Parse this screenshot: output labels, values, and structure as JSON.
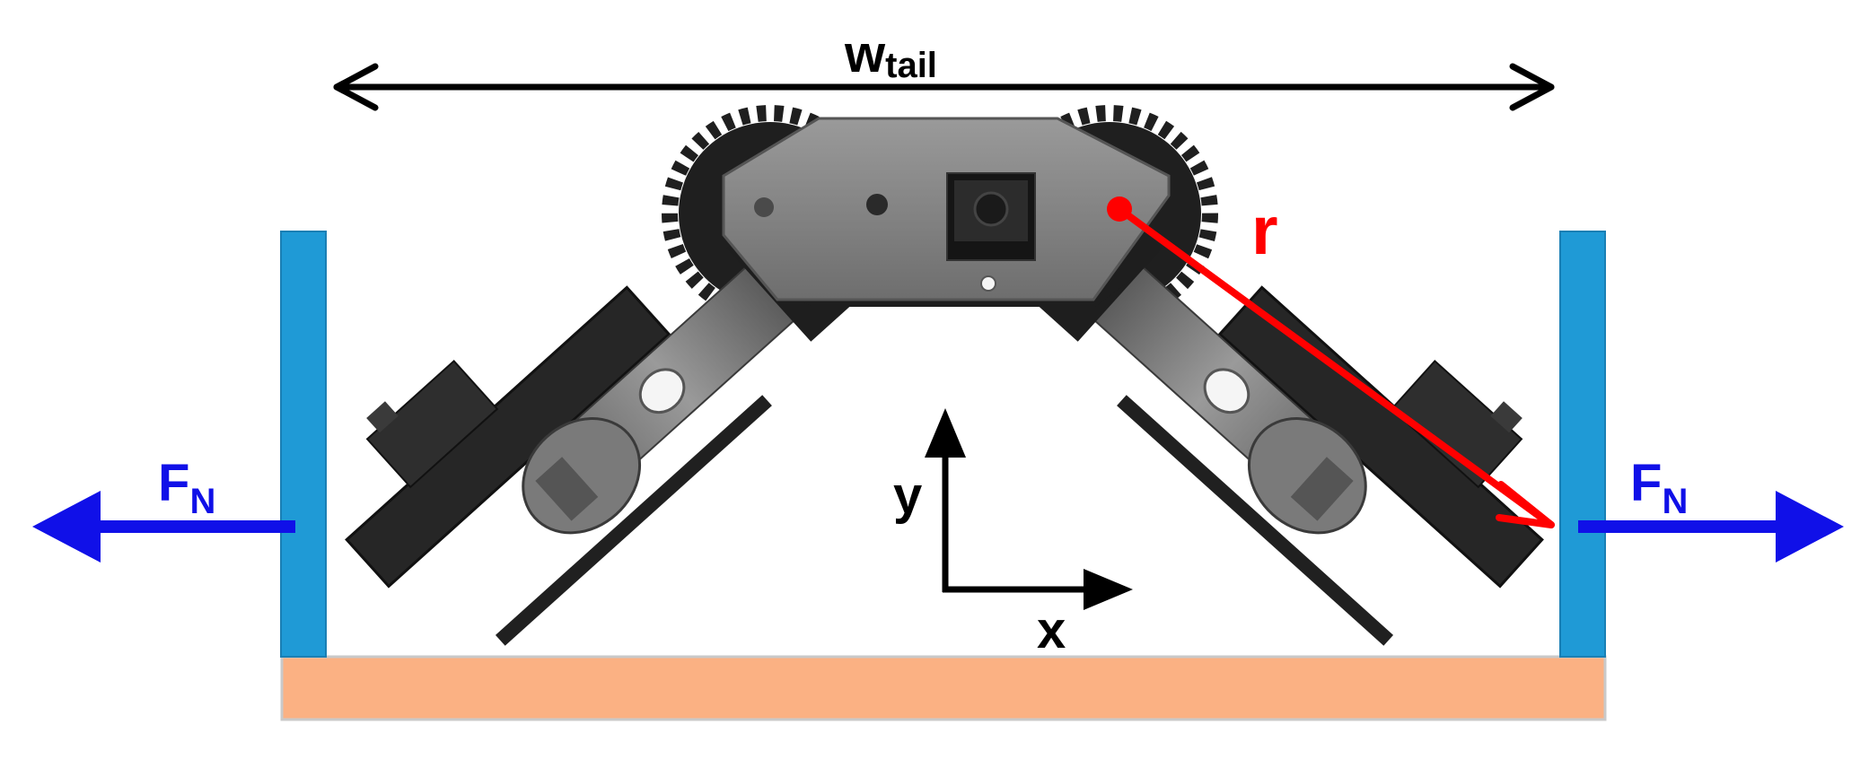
{
  "labels": {
    "width_main": "w",
    "width_sub": "tail",
    "radius": "r",
    "force_left_main": "F",
    "force_left_sub": "N",
    "force_right_main": "F",
    "force_right_sub": "N",
    "axis_y": "y",
    "axis_x": "x"
  },
  "colors": {
    "wall": "#1f9ad6",
    "ground": "#fbb183",
    "force_arrow": "#1010e8",
    "radius_arrow": "#ff0000",
    "dimension_arrow": "#000000",
    "robot_body": "#8c8c8c",
    "robot_dark": "#2a2a2a"
  }
}
